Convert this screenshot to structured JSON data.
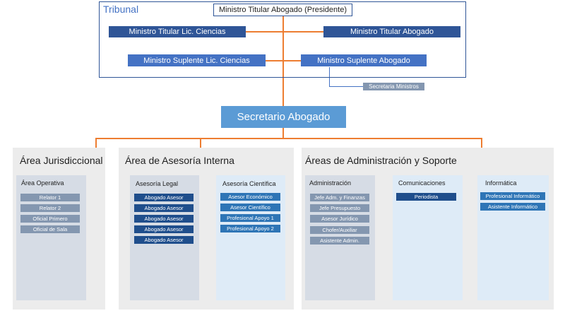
{
  "tribunal": {
    "title": "Tribunal",
    "president": "Ministro Titular Abogado (Presidente)",
    "titular_lic": "Ministro Titular Lic. Ciencias",
    "titular_abog": "Ministro Titular Abogado",
    "suplente_lic": "Ministro Suplente Lic. Ciencias",
    "suplente_abog": "Ministro Suplente Abogado",
    "secretaria": "Secretaria Ministros"
  },
  "secretario": "Secretario Abogado",
  "areas": {
    "jurisdiccional": {
      "title": "Área Jurisdiccional",
      "operativa": {
        "title": "Área Operativa",
        "items": [
          "Relator 1",
          "Relator 2",
          "Oficial Primero",
          "Oficial de Sala"
        ]
      }
    },
    "asesoria": {
      "title": "Área de Asesoría Interna",
      "legal": {
        "title": "Asesoría Legal",
        "items": [
          "Abogado Asesor",
          "Abogado Asesor",
          "Abogado Asesor",
          "Abogado Asesor",
          "Abogado Asesor"
        ]
      },
      "cientifica": {
        "title": "Asesoría Científica",
        "items": [
          "Asesor Económico",
          "Asesor Científico",
          "Profesional Apoyo 1",
          "Profesional Apoyo 2"
        ]
      }
    },
    "administracion": {
      "title": "Áreas de Administración y Soporte",
      "admin": {
        "title": "Administración",
        "items": [
          "Jefe Adm. y Finanzas",
          "Jefe Presupuesto",
          "Asesor Jurídico",
          "Chofer/Auxiliar",
          "Asistente Admin."
        ]
      },
      "comunicaciones": {
        "title": "Comunicaciones",
        "items": [
          "Periodista"
        ]
      },
      "informatica": {
        "title": "Informática",
        "items": [
          "Profesional Informático",
          "Asistente Informático"
        ]
      }
    }
  }
}
